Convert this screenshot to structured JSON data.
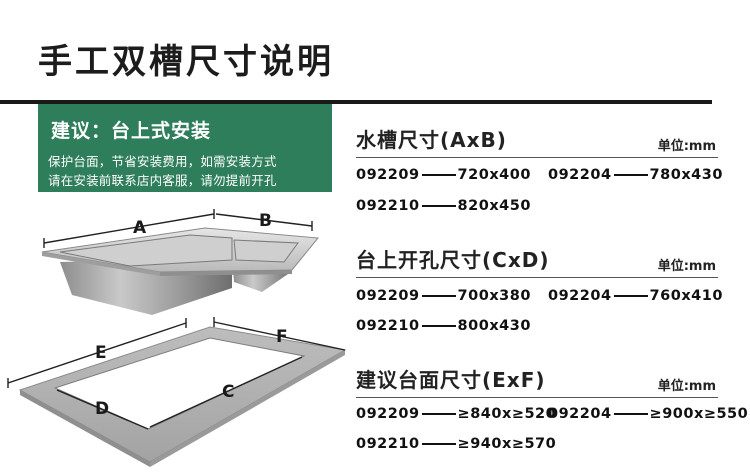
{
  "page": {
    "title": "手工双槽尺寸说明"
  },
  "install": {
    "title": "建议：台上式安装",
    "line1": "保护台面，节省安装费用，如需安装方式",
    "line2": "请在安装前联系店内客服，请勿提前开孔"
  },
  "diagram": {
    "label_a": "A",
    "label_b": "B",
    "label_c": "C",
    "label_d": "D",
    "label_e": "E",
    "label_f": "F"
  },
  "sections": [
    {
      "title": "水槽尺寸(AxB)",
      "unit": "单位:mm",
      "specs": [
        {
          "model": "092209",
          "size": "720x400"
        },
        {
          "model": "092204",
          "size": "780x430"
        },
        {
          "model": "092210",
          "size": "820x450"
        }
      ]
    },
    {
      "title": "台上开孔尺寸(CxD)",
      "unit": "单位:mm",
      "specs": [
        {
          "model": "092209",
          "size": "700x380"
        },
        {
          "model": "092204",
          "size": "760x410"
        },
        {
          "model": "092210",
          "size": "800x430"
        }
      ]
    },
    {
      "title": "建议台面尺寸(ExF)",
      "unit": "单位:mm",
      "specs": [
        {
          "model": "092209",
          "size": "≥840x≥520"
        },
        {
          "model": "092204",
          "size": "≥900x≥550"
        },
        {
          "model": "092210",
          "size": "≥940x≥570"
        }
      ]
    }
  ],
  "colors": {
    "accent": "#2e7d5b",
    "rule": "#1a1a1a"
  }
}
